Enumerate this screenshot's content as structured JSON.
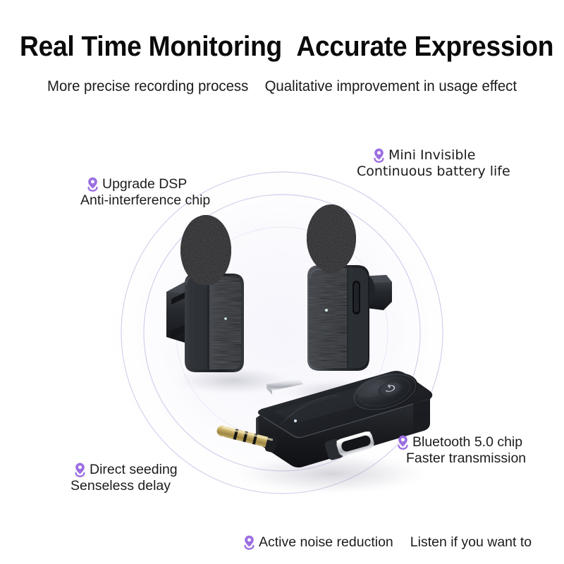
{
  "page": {
    "background_color": "#ffffff",
    "accent_color": "#9b6fe0",
    "text_color": "#1c1c1c"
  },
  "header": {
    "title_left": "Real Time Monitoring",
    "title_right": "Accurate Expression",
    "subtitle_left": "More precise recording process",
    "subtitle_right": "Qualitative improvement in usage effect"
  },
  "callouts": [
    {
      "id": "dsp",
      "icon": "map-pin-icon",
      "line1": "Upgrade DSP",
      "line2": "Anti-interference chip"
    },
    {
      "id": "mini",
      "icon": "map-pin-icon",
      "line1": "Mini Invisible",
      "line2": "Continuous battery life"
    },
    {
      "id": "seeding",
      "icon": "map-pin-icon",
      "line1": "Direct seeding",
      "line2": "Senseless delay"
    },
    {
      "id": "bluetooth",
      "icon": "map-pin-icon",
      "line1": "Bluetooth 5.0 chip",
      "line2": "Faster transmission"
    },
    {
      "id": "noise",
      "icon": "map-pin-icon",
      "line1": "Active noise reduction",
      "line2": "Listen if you want to"
    }
  ],
  "product": {
    "scene_name": "wireless-lavalier-microphone-set",
    "items": [
      {
        "name": "microphone-left",
        "parts": [
          "foam-windscreen",
          "body",
          "back-clip",
          "status-led"
        ]
      },
      {
        "name": "microphone-right",
        "parts": [
          "foam-windscreen",
          "body",
          "back-clip",
          "usb-c-port",
          "status-led"
        ]
      },
      {
        "name": "receiver",
        "parts": [
          "power-button",
          "control-dial",
          "status-led",
          "trrs-35mm-jack",
          "usb-c-connector",
          "rear-connector"
        ]
      }
    ],
    "colors": {
      "body": "#1e2024",
      "foam": "#141414",
      "jack_gold": "#c9b26a",
      "connector_silver": "#d8dade",
      "led": "#cfe7d8",
      "ring": "#d9d4ee"
    }
  }
}
